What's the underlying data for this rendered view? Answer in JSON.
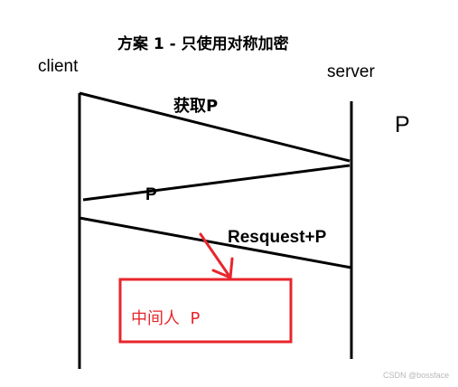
{
  "title": "方案 1 - 只使用对称加密",
  "client_label": "client",
  "server_label": "server",
  "server_key": "P",
  "messages": {
    "request_key": "获取P",
    "response_key": "P",
    "request_with_key": "Resquest+P"
  },
  "attacker": {
    "label": "中间人  P"
  },
  "watermark": "CSDN @bossface",
  "colors": {
    "lines": "#000000",
    "attacker": "#e8262c"
  }
}
